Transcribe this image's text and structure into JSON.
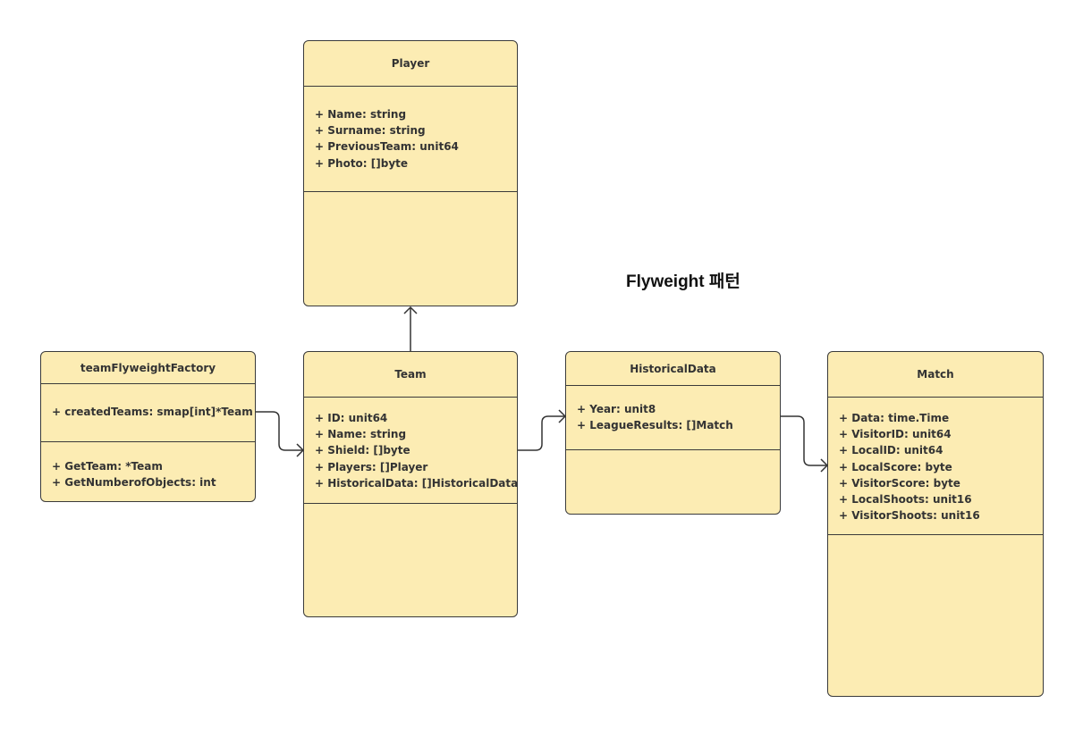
{
  "title": "Flyweight 패턴",
  "classes": {
    "player": {
      "name": "Player",
      "attributes": [
        "+ Name: string",
        "+ Surname: string",
        "+ PreviousTeam: unit64",
        "+ Photo: []byte"
      ],
      "methods": []
    },
    "factory": {
      "name": "teamFlyweightFactory",
      "attributes": [
        "+ createdTeams: smap[int]*Team"
      ],
      "methods": [
        "+ GetTeam: *Team",
        "+ GetNumberofObjects: int"
      ]
    },
    "team": {
      "name": "Team",
      "attributes": [
        "+ ID: unit64",
        "+ Name: string",
        "+ Shield: []byte",
        "+ Players: []Player",
        "+ HistoricalData: []HistoricalData"
      ],
      "methods": []
    },
    "historical": {
      "name": "HistoricalData",
      "attributes": [
        "+ Year: unit8",
        "+ LeagueResults: []Match"
      ],
      "methods": []
    },
    "match": {
      "name": "Match",
      "attributes": [
        "+ Data: time.Time",
        "+ VisitorID: unit64",
        "+ LocalID: unit64",
        "+ LocalScore: byte",
        "+ VisitorScore: byte",
        "+ LocalShoots: unit16",
        "+ VisitorShoots: unit16"
      ],
      "methods": []
    }
  },
  "colors": {
    "class_fill": "#fcecb3",
    "border": "#3a3a3a",
    "text": "#333333"
  }
}
